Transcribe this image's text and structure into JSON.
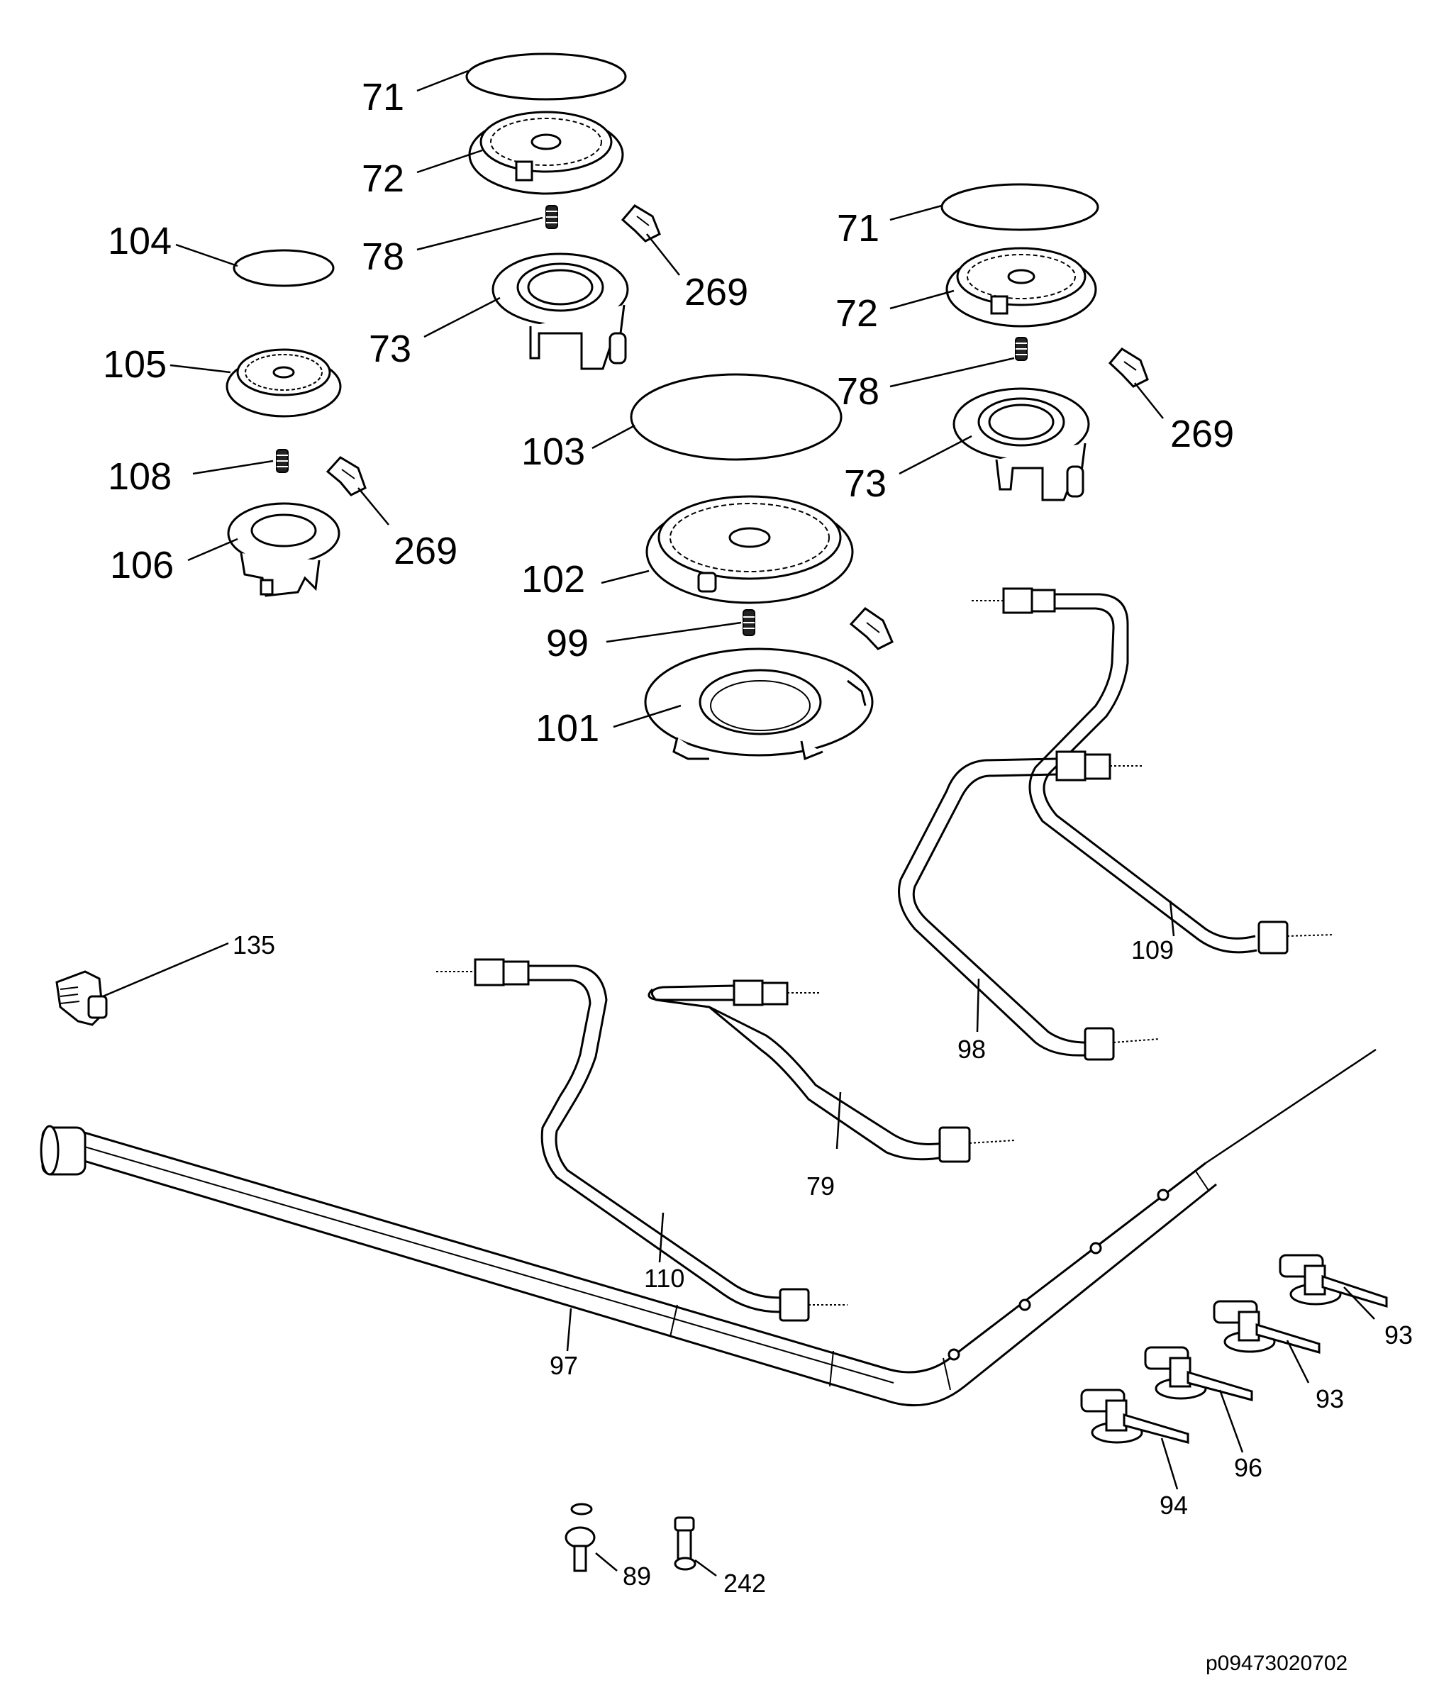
{
  "diagram": {
    "code": "p09473020702",
    "labels": {
      "l71a": "71",
      "l72a": "72",
      "l78a": "78",
      "l73a": "73",
      "l269a": "269",
      "l104": "104",
      "l105": "105",
      "l108": "108",
      "l106": "106",
      "l269b": "269",
      "l71b": "71",
      "l72b": "72",
      "l78b": "78",
      "l73b": "73",
      "l269c": "269",
      "l103": "103",
      "l102": "102",
      "l99": "99",
      "l101": "101",
      "l135": "135",
      "l109": "109",
      "l98": "98",
      "l79": "79",
      "l110": "110",
      "l97": "97",
      "l93a": "93",
      "l93b": "93",
      "l96": "96",
      "l94": "94",
      "l89": "89",
      "l242": "242"
    }
  }
}
